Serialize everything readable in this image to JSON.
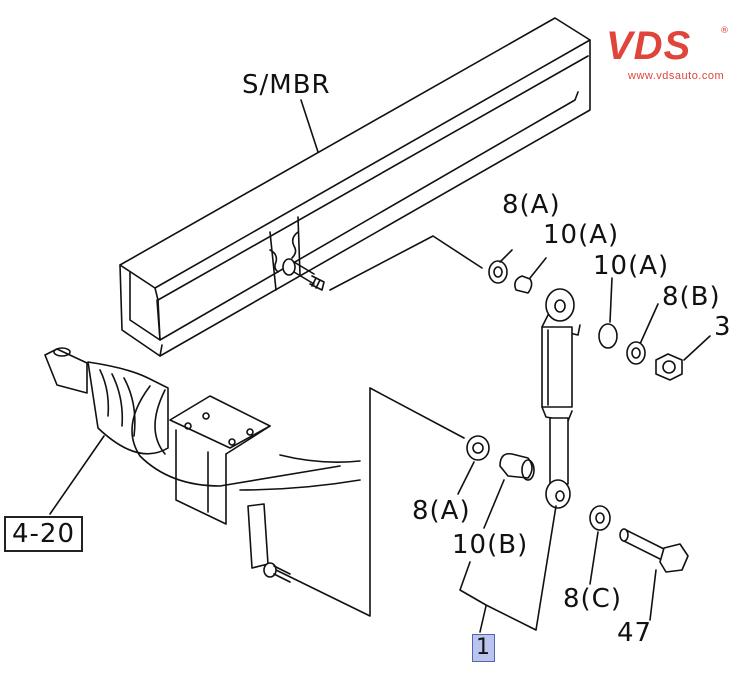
{
  "logo": {
    "brand": "VDS",
    "registered": "®",
    "url": "www.vdsauto.com"
  },
  "labels": {
    "s_mbr": "S/MBR",
    "p8a_top": "8(A)",
    "p10a_top": "10(A)",
    "p10a_right": "10(A)",
    "p8b": "8(B)",
    "p3": "3",
    "p4_20": "4-20",
    "p8a_bottom": "8(A)",
    "p10b": "10(B)",
    "p8c": "8(C)",
    "p47": "47",
    "p1": "1"
  },
  "colors": {
    "line": "#111111",
    "logo": "#e0453c",
    "highlight": "#b9c4ef"
  }
}
